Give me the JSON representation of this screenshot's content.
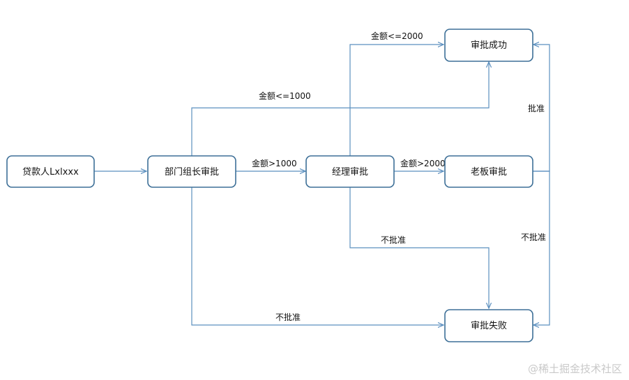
{
  "diagram": {
    "nodes": {
      "applicant": {
        "label": "贷款人Lxlxxx"
      },
      "dept_review": {
        "label": "部门组长审批"
      },
      "manager_review": {
        "label": "经理审批"
      },
      "boss_review": {
        "label": "老板审批"
      },
      "approved": {
        "label": "审批成功"
      },
      "rejected": {
        "label": "审批失败"
      }
    },
    "edges": {
      "applicant_to_dept": {
        "from": "applicant",
        "to": "dept_review",
        "label": ""
      },
      "dept_to_manager": {
        "from": "dept_review",
        "to": "manager_review",
        "label": "金额>1000"
      },
      "dept_to_approved": {
        "from": "dept_review",
        "to": "approved",
        "label": "金额<=1000"
      },
      "dept_to_rejected": {
        "from": "dept_review",
        "to": "rejected",
        "label": "不批准"
      },
      "manager_to_approved": {
        "from": "manager_review",
        "to": "approved",
        "label": "金额<=2000"
      },
      "manager_to_boss": {
        "from": "manager_review",
        "to": "boss_review",
        "label": "金额>2000"
      },
      "manager_to_rejected": {
        "from": "manager_review",
        "to": "rejected",
        "label": "不批准"
      },
      "boss_to_approved": {
        "from": "boss_review",
        "to": "approved",
        "label": "批准"
      },
      "boss_to_rejected": {
        "from": "boss_review",
        "to": "rejected",
        "label": "不批准"
      }
    }
  },
  "watermark": {
    "text": "@稀土掘金技术社区"
  }
}
